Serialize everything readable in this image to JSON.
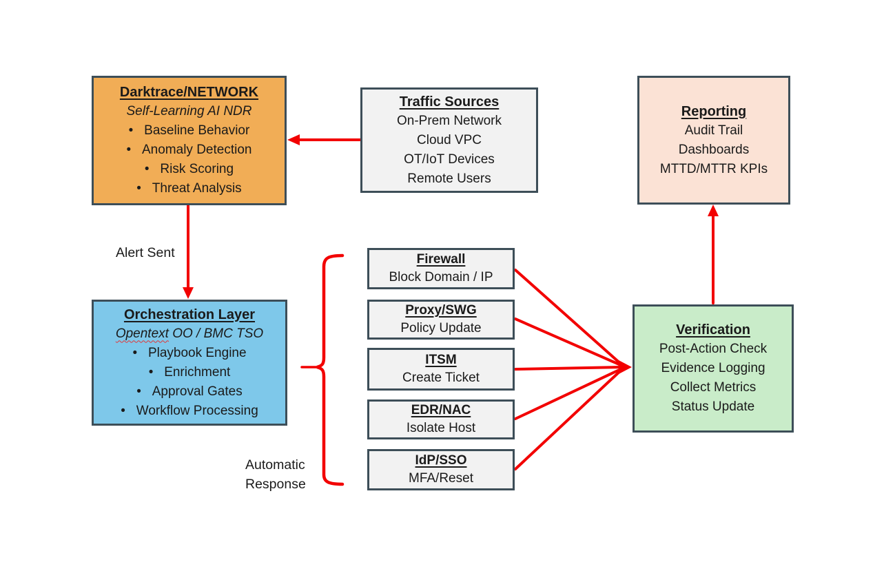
{
  "colors": {
    "arrow": "#f20000",
    "border": "#3d4e58",
    "text": "#1a1a1a",
    "orange": "#f1ad56",
    "blue": "#7ec8ea",
    "green": "#c9ecc9",
    "peach": "#fbe2d5",
    "gray": "#f2f2f2"
  },
  "labels": {
    "alert_sent": "Alert Sent",
    "automatic_response": [
      "Automatic",
      "Response"
    ]
  },
  "nodes": {
    "darktrace": {
      "title": "Darktrace/NETWORK",
      "subtitle": "Self-Learning AI NDR",
      "lines": [
        "•   Baseline Behavior",
        "•   Anomaly Detection",
        "•   Risk Scoring",
        "•   Threat Analysis"
      ]
    },
    "traffic": {
      "title": "Traffic Sources",
      "lines": [
        "On-Prem Network",
        "Cloud VPC",
        "OT/IoT Devices",
        "Remote Users"
      ]
    },
    "reporting": {
      "title": "Reporting",
      "lines": [
        "Audit Trail",
        "Dashboards",
        "MTTD/MTTR KPIs"
      ]
    },
    "orchestration": {
      "title": "Orchestration Layer",
      "subtitle_flagged": "Opentext",
      "subtitle_rest": " OO / BMC TSO",
      "lines": [
        "•   Playbook Engine",
        "•   Enrichment",
        "•   Approval Gates",
        "•   Workflow Processing"
      ]
    },
    "actions": [
      {
        "title": "Firewall",
        "line": "Block Domain / IP"
      },
      {
        "title": "Proxy/SWG",
        "line": "Policy Update"
      },
      {
        "title": "ITSM",
        "line": "Create Ticket"
      },
      {
        "title": "EDR/NAC",
        "line": "Isolate Host"
      },
      {
        "title": "IdP/SSO",
        "line": "MFA/Reset"
      }
    ],
    "verification": {
      "title": "Verification",
      "lines": [
        "Post-Action Check",
        "Evidence Logging",
        "Collect Metrics",
        "Status Update"
      ]
    }
  }
}
